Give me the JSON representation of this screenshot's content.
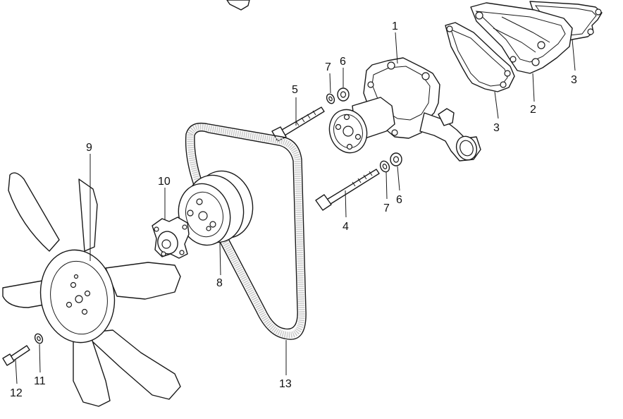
{
  "callouts": {
    "c1": "1",
    "c2": "2",
    "c3a": "3",
    "c3b": "3",
    "c4": "4",
    "c5": "5",
    "c6a": "6",
    "c6b": "6",
    "c7a": "7",
    "c7b": "7",
    "c8": "8",
    "c9": "9",
    "c10": "10",
    "c11": "11",
    "c12": "12",
    "c13": "13"
  }
}
